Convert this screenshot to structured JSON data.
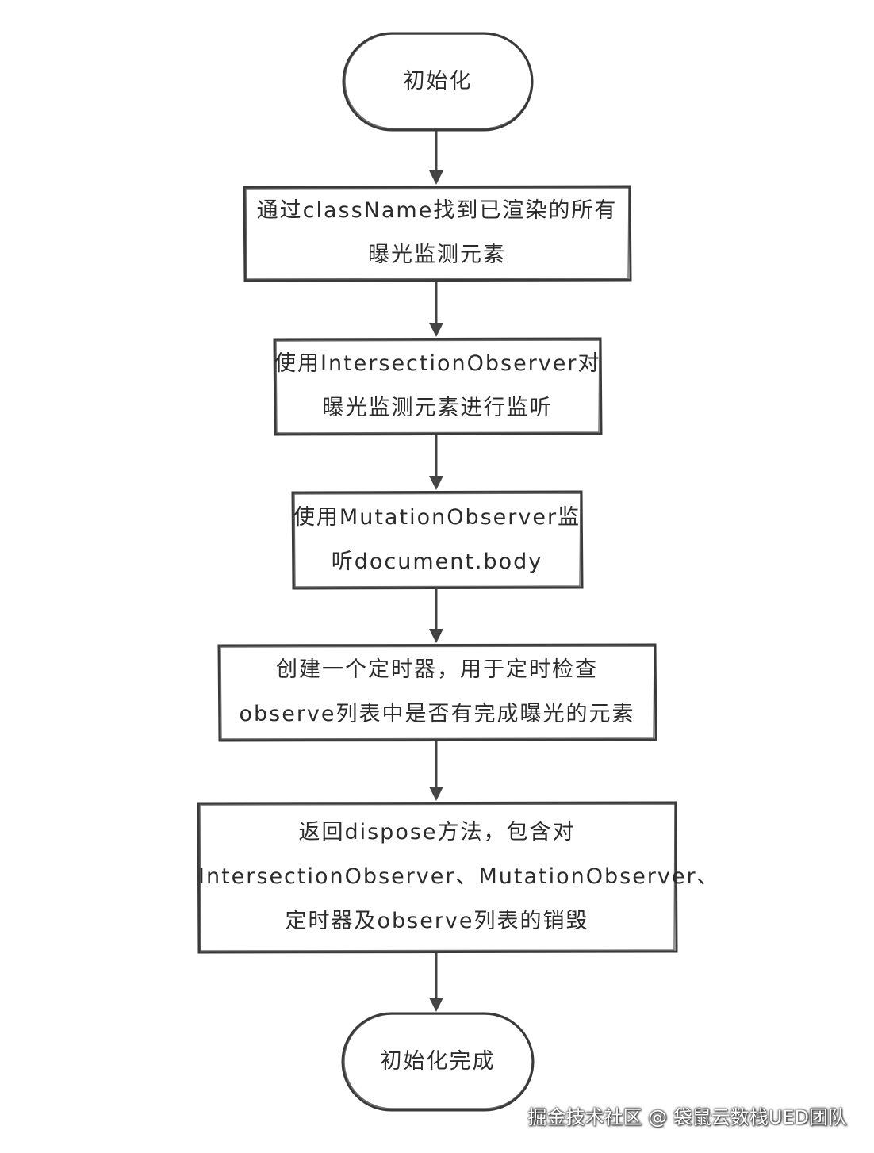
{
  "flowchart": {
    "nodes": [
      {
        "id": "start",
        "shape": "terminal",
        "lines": [
          "初始化"
        ]
      },
      {
        "id": "find-elements",
        "shape": "process",
        "lines": [
          "通过className找到已渲染的所有",
          "曝光监测元素"
        ]
      },
      {
        "id": "intersection-observer",
        "shape": "process",
        "lines": [
          "使用IntersectionObserver对",
          "曝光监测元素进行监听"
        ]
      },
      {
        "id": "mutation-observer",
        "shape": "process",
        "lines": [
          "使用MutationObserver监",
          "听document.body"
        ]
      },
      {
        "id": "create-timer",
        "shape": "process",
        "lines": [
          "创建一个定时器，用于定时检查",
          "observe列表中是否有完成曝光的元素"
        ]
      },
      {
        "id": "return-dispose",
        "shape": "process",
        "lines": [
          "返回dispose方法，包含对",
          "IntersectionObserver、MutationObserver、",
          "定时器及observe列表的销毁"
        ]
      },
      {
        "id": "end",
        "shape": "terminal",
        "lines": [
          "初始化完成"
        ]
      }
    ],
    "edges": [
      {
        "from": "start",
        "to": "find-elements"
      },
      {
        "from": "find-elements",
        "to": "intersection-observer"
      },
      {
        "from": "intersection-observer",
        "to": "mutation-observer"
      },
      {
        "from": "mutation-observer",
        "to": "create-timer"
      },
      {
        "from": "create-timer",
        "to": "return-dispose"
      },
      {
        "from": "return-dispose",
        "to": "end"
      }
    ]
  },
  "watermark": "掘金技术社区 @ 袋鼠云数栈UED团队",
  "colors": {
    "stroke": "#3a3a3a",
    "text": "#2b2b2b",
    "background": "#ffffff"
  }
}
